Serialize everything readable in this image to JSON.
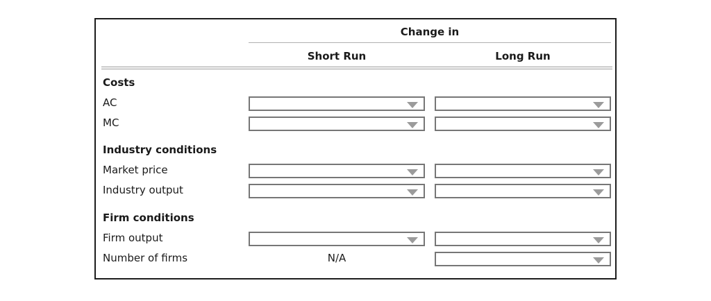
{
  "table": {
    "group_header": "Change in",
    "columns": [
      {
        "key": "short",
        "label": "Short Run"
      },
      {
        "key": "long",
        "label": "Long Run"
      }
    ],
    "sections": [
      {
        "title": "Costs",
        "rows": [
          {
            "label": "AC",
            "short": {
              "type": "dropdown",
              "value": ""
            },
            "long": {
              "type": "dropdown",
              "value": ""
            }
          },
          {
            "label": "MC",
            "short": {
              "type": "dropdown",
              "value": ""
            },
            "long": {
              "type": "dropdown",
              "value": ""
            }
          }
        ]
      },
      {
        "title": "Industry conditions",
        "rows": [
          {
            "label": "Market price",
            "short": {
              "type": "dropdown",
              "value": ""
            },
            "long": {
              "type": "dropdown",
              "value": ""
            }
          },
          {
            "label": "Industry output",
            "short": {
              "type": "dropdown",
              "value": ""
            },
            "long": {
              "type": "dropdown",
              "value": ""
            }
          }
        ]
      },
      {
        "title": "Firm conditions",
        "rows": [
          {
            "label": "Firm output",
            "short": {
              "type": "dropdown",
              "value": ""
            },
            "long": {
              "type": "dropdown",
              "value": ""
            }
          },
          {
            "label": "Number of firms",
            "short": {
              "type": "text",
              "value": "N/A"
            },
            "long": {
              "type": "dropdown",
              "value": ""
            }
          }
        ]
      }
    ],
    "icons": {
      "dropdown_arrow": "chevron-down-icon"
    },
    "colors": {
      "frame_border": "#1c1c1c",
      "rule": "#b0b0b0",
      "select_border": "#767676",
      "arrow": "#9b9b9b",
      "text": "#1a1a1a",
      "background": "#ffffff"
    }
  }
}
